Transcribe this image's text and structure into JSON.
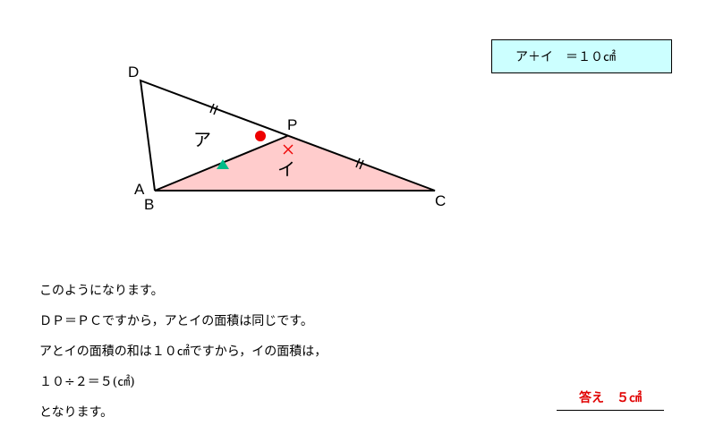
{
  "figure": {
    "points": {
      "D": "D",
      "P": "P",
      "A": "A",
      "B": "B",
      "C": "C"
    },
    "regions": {
      "a": "ア",
      "i": "イ"
    },
    "fill_color": "#ffcccc",
    "mark_color_dot": "#ee0000",
    "mark_color_triangle": "#00bb88"
  },
  "given": "ア＋イ　＝１０㎠",
  "explanation": [
    "このようになります。",
    "ＤＰ＝ＰＣですから，アとイの面積は同じです。",
    "アとイの面積の和は１０㎠ですから，イの面積は，",
    "１０÷２＝５(㎠)",
    "となります。"
  ],
  "answer": "答え　５㎠"
}
